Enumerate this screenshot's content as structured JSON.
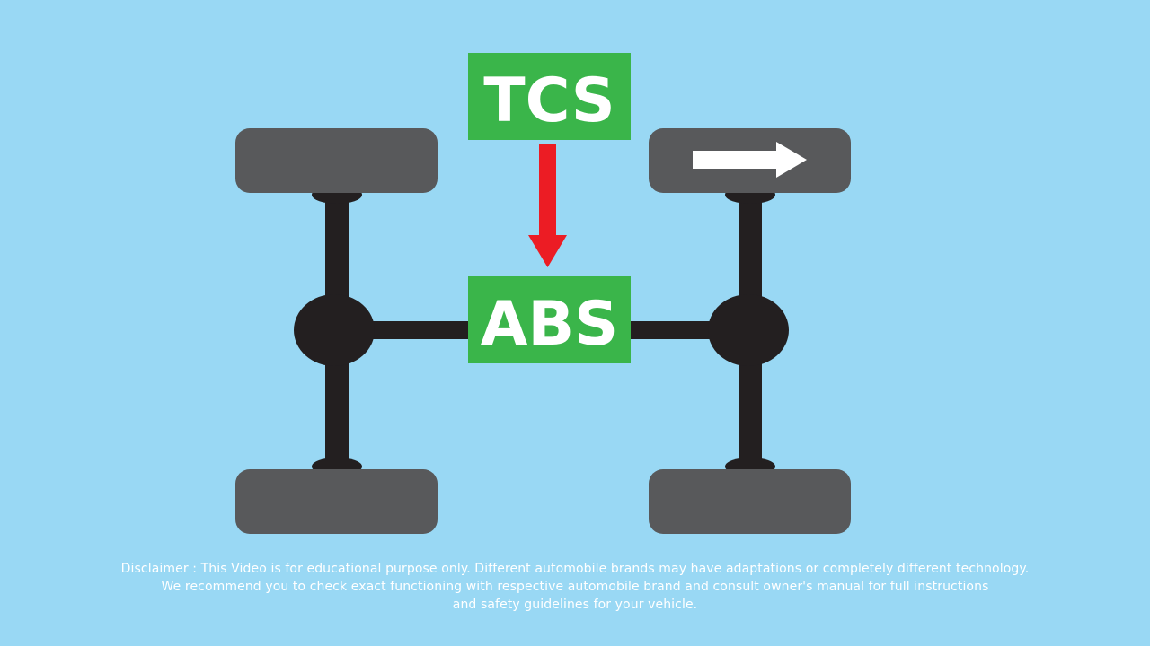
{
  "colors": {
    "background": "#99d8f4",
    "tire": "#58595b",
    "axle": "#231f20",
    "box": "#3ab54a",
    "arrow": "#ec1c24",
    "label": "#ffffff"
  },
  "boxes": {
    "tcs": {
      "label": "TCS"
    },
    "abs": {
      "label": "ABS"
    }
  },
  "icons": {
    "flow_arrow": "arrow-down-icon",
    "tire_direction": "arrow-right-icon"
  },
  "disclaimer": {
    "line1": "Disclaimer : This Video is for educational purpose only. Different automobile brands may have adaptations or completely different technology.",
    "line2": "We recommend you to check exact functioning with respective automobile brand and consult owner's manual for full instructions",
    "line3": "and safety guidelines for your vehicle."
  }
}
